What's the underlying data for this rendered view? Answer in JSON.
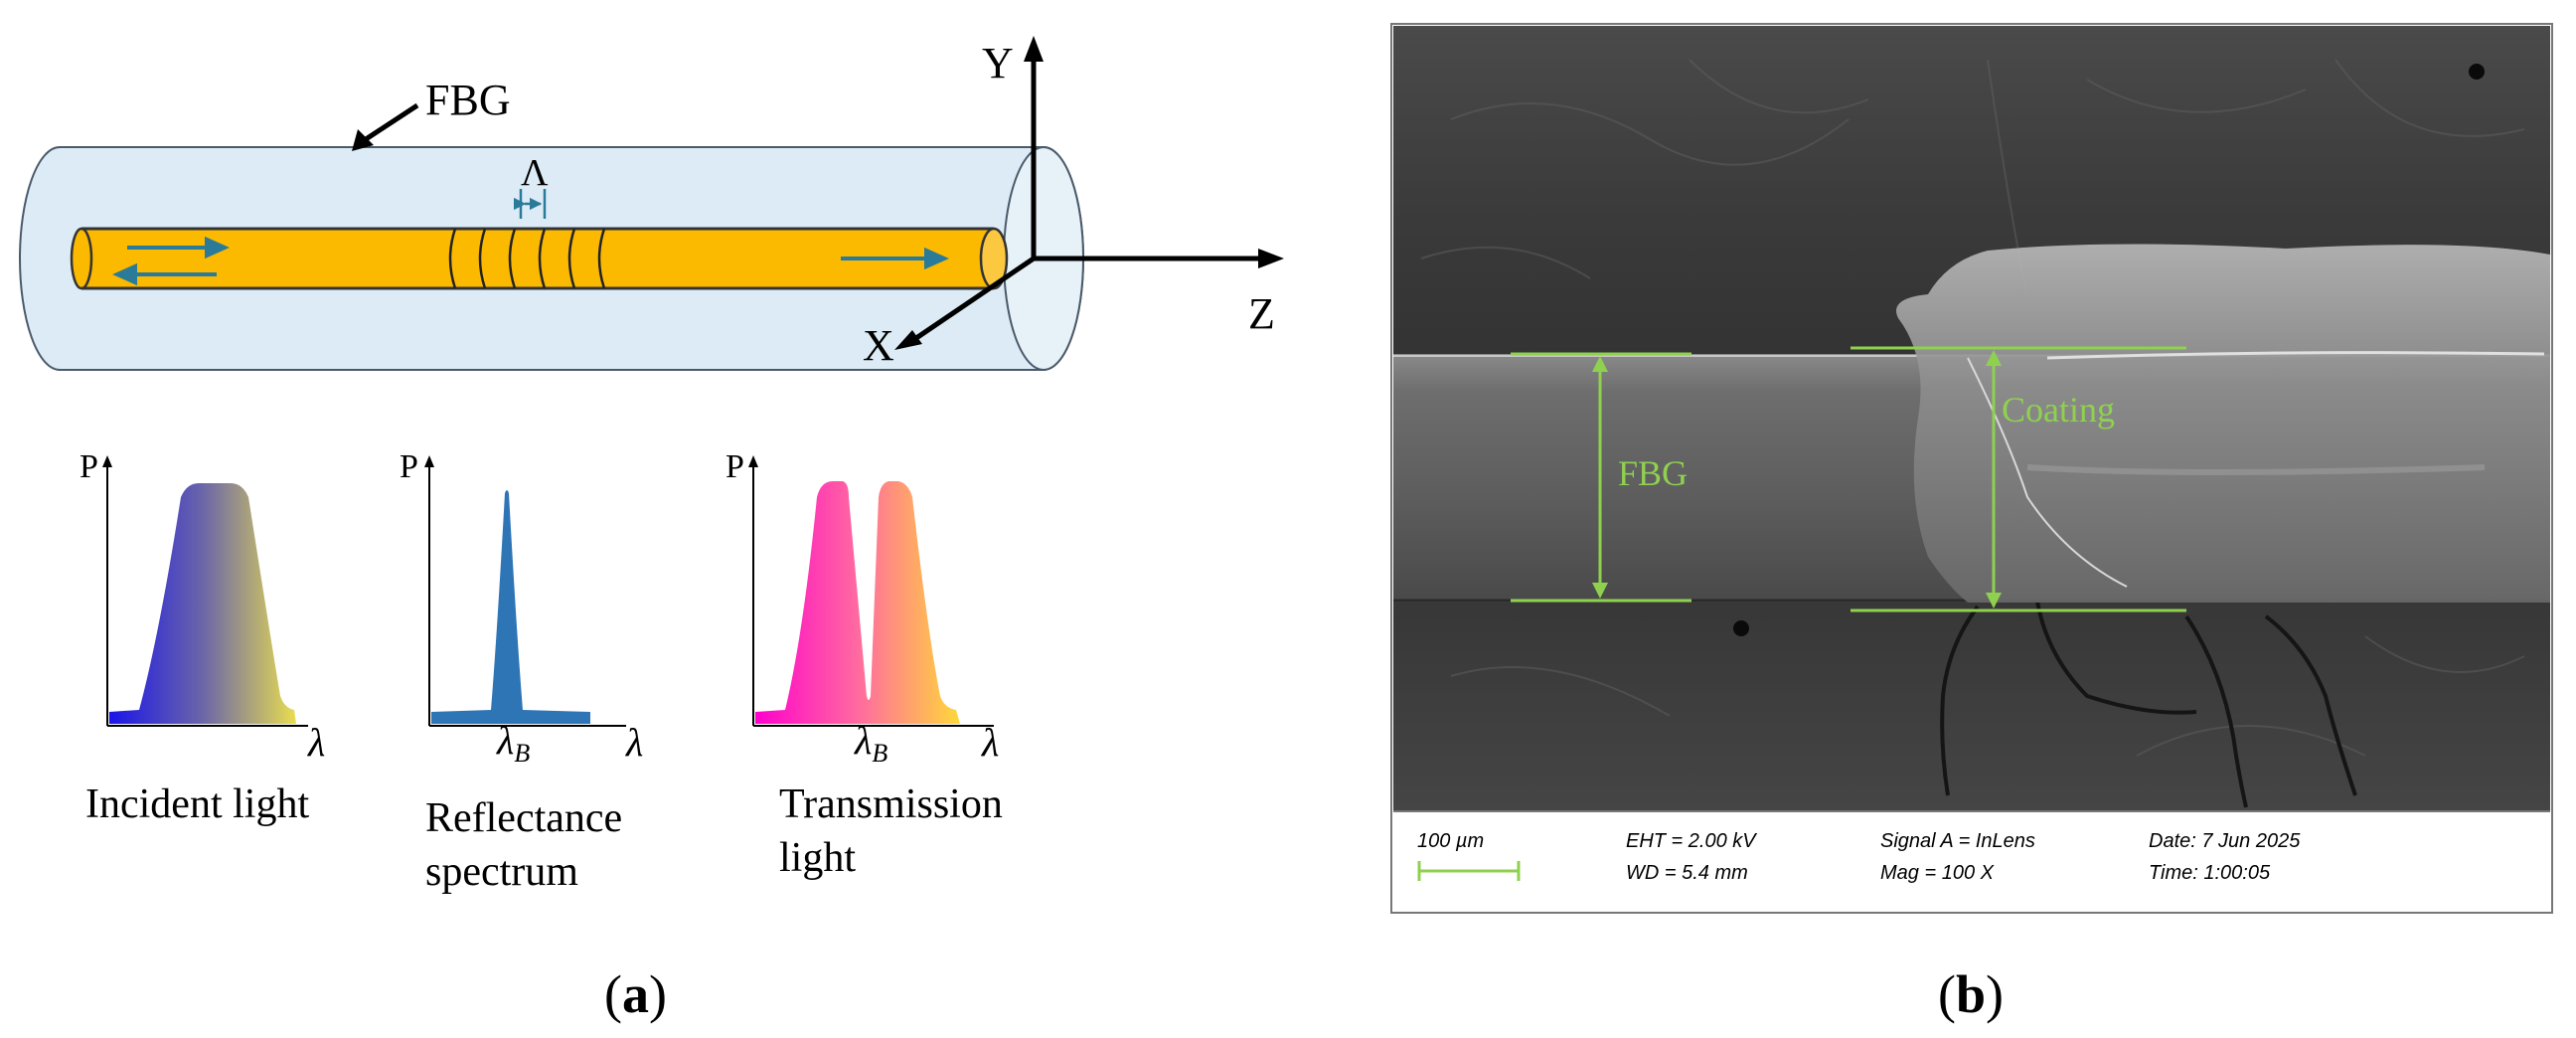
{
  "panel_a": {
    "fbg_label": "FBG",
    "period_symbol": "Λ",
    "axes": {
      "y": "Y",
      "z": "Z",
      "x": "X"
    },
    "spectra": [
      {
        "axis_p": "P",
        "axis_lambda": "λ",
        "bragg": "",
        "caption_lines": [
          "Incident light"
        ]
      },
      {
        "axis_p": "P",
        "axis_lambda": "λ",
        "bragg": "λ",
        "bragg_sub": "B",
        "caption_lines": [
          "Reflectance",
          "spectrum"
        ]
      },
      {
        "axis_p": "P",
        "axis_lambda": "λ",
        "bragg": "λ",
        "bragg_sub": "B",
        "caption_lines": [
          "Transmission",
          "light"
        ]
      }
    ],
    "colors": {
      "cladding": "#dcebf5",
      "core": "#fbb900",
      "arrow": "#2a7a9a",
      "reflect": "#2e75b6"
    },
    "panel_label": "a"
  },
  "panel_b": {
    "fbg_label": "FBG",
    "coating_label": "Coating",
    "measure_color": "#8fd14f",
    "databar": {
      "scale": "100 µm",
      "eht": "EHT =  2.00 kV",
      "wd": "WD =  5.4 mm",
      "signal": "Signal A = InLens",
      "mag": "Mag =      100 X",
      "date": "Date: 7 Jun 2025",
      "time": "Time: 1:00:05"
    },
    "panel_label": "b"
  }
}
